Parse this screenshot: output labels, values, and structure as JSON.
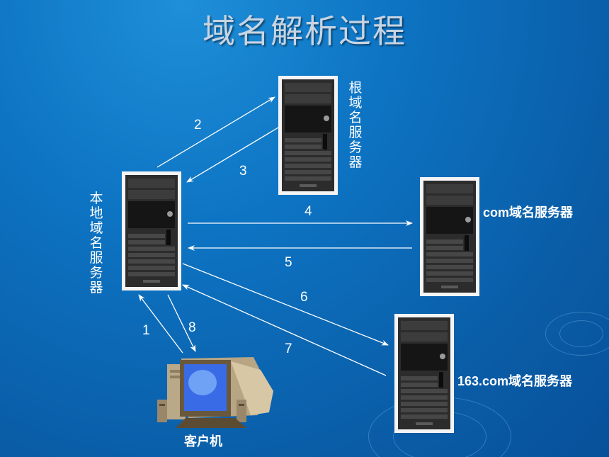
{
  "title": "域名解析过程",
  "nodes": {
    "root": "根域名服务器",
    "local": "本地域名服务器",
    "com": "com域名服务器",
    "com163": "163.com域名服务器",
    "client": "客户机"
  },
  "steps": [
    "1",
    "2",
    "3",
    "4",
    "5",
    "6",
    "7",
    "8"
  ]
}
